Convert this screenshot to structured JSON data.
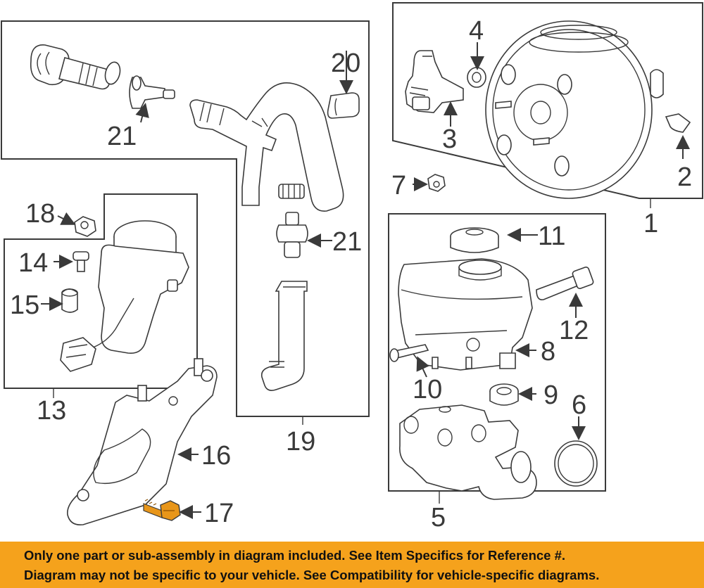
{
  "callouts": {
    "c1": "1",
    "c2": "2",
    "c3": "3",
    "c4": "4",
    "c5": "5",
    "c6": "6",
    "c7": "7",
    "c8": "8",
    "c9": "9",
    "c10": "10",
    "c11": "11",
    "c12": "12",
    "c13": "13",
    "c14": "14",
    "c15": "15",
    "c16": "16",
    "c17": "17",
    "c18": "18",
    "c19": "19",
    "c20": "20",
    "c21a": "21",
    "c21b": "21"
  },
  "notice": {
    "line1": "Only one part or sub-assembly in diagram included. See Item Specifics for Reference #.",
    "line2": "Diagram may not be specific to your vehicle. See Compatibility for vehicle-specific diagrams."
  },
  "colors": {
    "highlight_part": "#e8961a",
    "banner": "#f5a21c",
    "line": "#3a3a3a"
  }
}
